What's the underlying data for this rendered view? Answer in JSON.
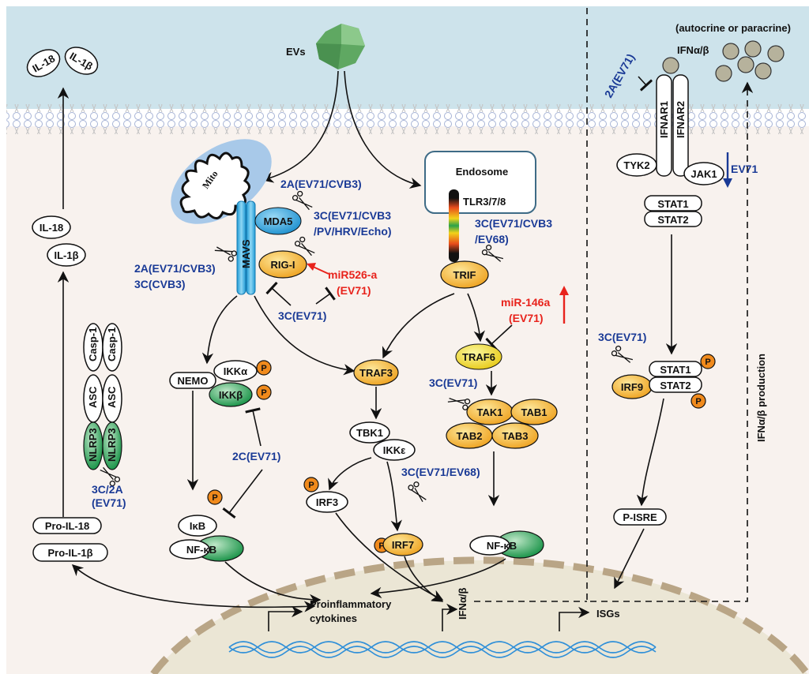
{
  "colors": {
    "extracellular": "#cde3eb",
    "cytoplasm": "#f8f2ee",
    "nucleus": "#ebe6d5",
    "viral_protein_text": "#1a3a96",
    "mirna_text": "#e8231c",
    "mavs": "#35b0e2",
    "orange_protein": "#f5b53a",
    "green_protein": "#1e9a4a"
  },
  "extracellular": {
    "il18": "IL-18",
    "il1b": "IL-1β",
    "evs": "EVs",
    "autocrine": "(autocrine or paracrine)",
    "ifn": "IFNα/β",
    "ifnar_inhibitor": "2A(EV71)"
  },
  "inflammasome": {
    "il18": "IL-18",
    "il1b": "IL-1β",
    "casp1_a": "Casp-1",
    "casp1_b": "Casp-1",
    "asc_a": "ASC",
    "asc_b": "ASC",
    "nlrp3_a": "NLRP3",
    "nlrp3_b": "NLRP3",
    "cleaver_1": "3C/2A",
    "cleaver_2": "(EV71)",
    "pro_il18": "Pro-IL-18",
    "pro_il1b": "Pro-IL-1β"
  },
  "rlr": {
    "mito": "Mito",
    "mavs": "MAVS",
    "mda5": "MDA5",
    "rigi": "RIG-I",
    "mda5_cleaver": "2A(EV71/CVB3)",
    "rigi_cleaver_1": "3C(EV71/CVB3",
    "rigi_cleaver_2": "/PV/HRV/Echo)",
    "mavs_cleaver_1": "2A(EV71/CVB3)",
    "mavs_cleaver_2": "3C(CVB3)",
    "mir526_1": "miR526-a",
    "mir526_2": "(EV71)",
    "rigi_inhibitor": "3C(EV71)"
  },
  "tlr": {
    "endosome": "Endosome",
    "tlr": "TLR3/7/8",
    "trif": "TRIF",
    "trif_cleaver_1": "3C(EV71/CVB3",
    "trif_cleaver_2": "/EV68)",
    "mir146_1": "miR-146a",
    "mir146_2": "(EV71)"
  },
  "signaling": {
    "nemo": "NEMO",
    "ikka": "IKKα",
    "ikkb": "IKKβ",
    "p": "P",
    "ikk_inhibitor": "2C(EV71)",
    "ikb": "IκB",
    "nfkb_left": "NF-κB",
    "traf3": "TRAF3",
    "traf6": "TRAF6",
    "traf6_cleaver": "3C(EV71)",
    "tak1": "TAK1",
    "tab1": "TAB1",
    "tab2": "TAB2",
    "tab3": "TAB3",
    "tbk1": "TBK1",
    "ikke": "IKKε",
    "irf3": "IRF3",
    "irf7": "IRF7",
    "irf7_cleaver": "3C(EV71/EV68)",
    "nfkb_right": "NF-κB"
  },
  "jak_stat": {
    "ifnar1": "IFNAR1",
    "ifnar2": "IFNAR2",
    "tyk2": "TYK2",
    "jak1": "JAK1",
    "ev71_down": "EV71",
    "stat1": "STAT1",
    "stat2": "STAT2",
    "irf9": "IRF9",
    "irf9_cleaver": "3C(EV71)",
    "pisre": "P-ISRE",
    "production": "IFNα/β production"
  },
  "nucleus": {
    "cytokines_1": "Proinflammatory",
    "cytokines_2": "cytokines",
    "ifn": "IFNα/β",
    "isgs": "ISGs"
  }
}
